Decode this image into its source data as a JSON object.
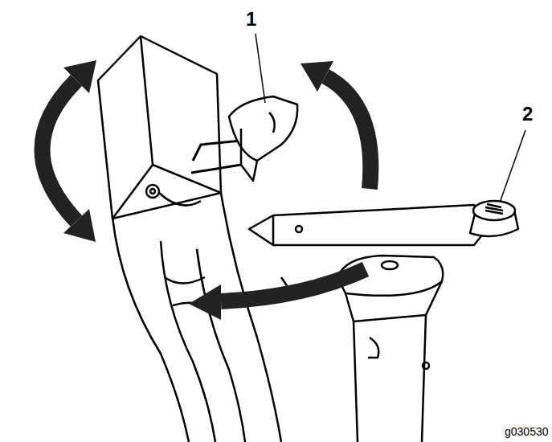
{
  "diagram": {
    "labels": [
      "1",
      "2",
      "g030530"
    ]
  }
}
